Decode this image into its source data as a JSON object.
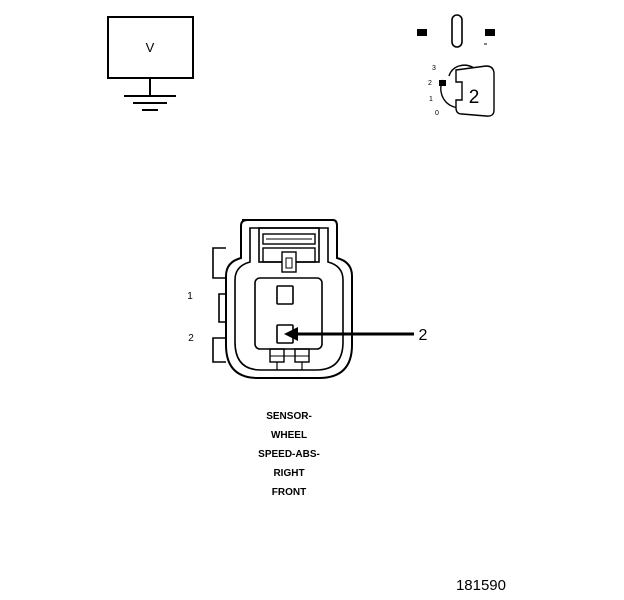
{
  "meter": {
    "label": "V"
  },
  "ignition": {
    "position": "2",
    "scale": [
      "3",
      "2",
      "1",
      "0"
    ]
  },
  "connector": {
    "pins": [
      "1",
      "2"
    ],
    "callout": "2"
  },
  "caption": [
    "SENSOR-",
    "WHEEL",
    "SPEED-ABS-",
    "RIGHT",
    "FRONT"
  ],
  "figure_id": "181590"
}
